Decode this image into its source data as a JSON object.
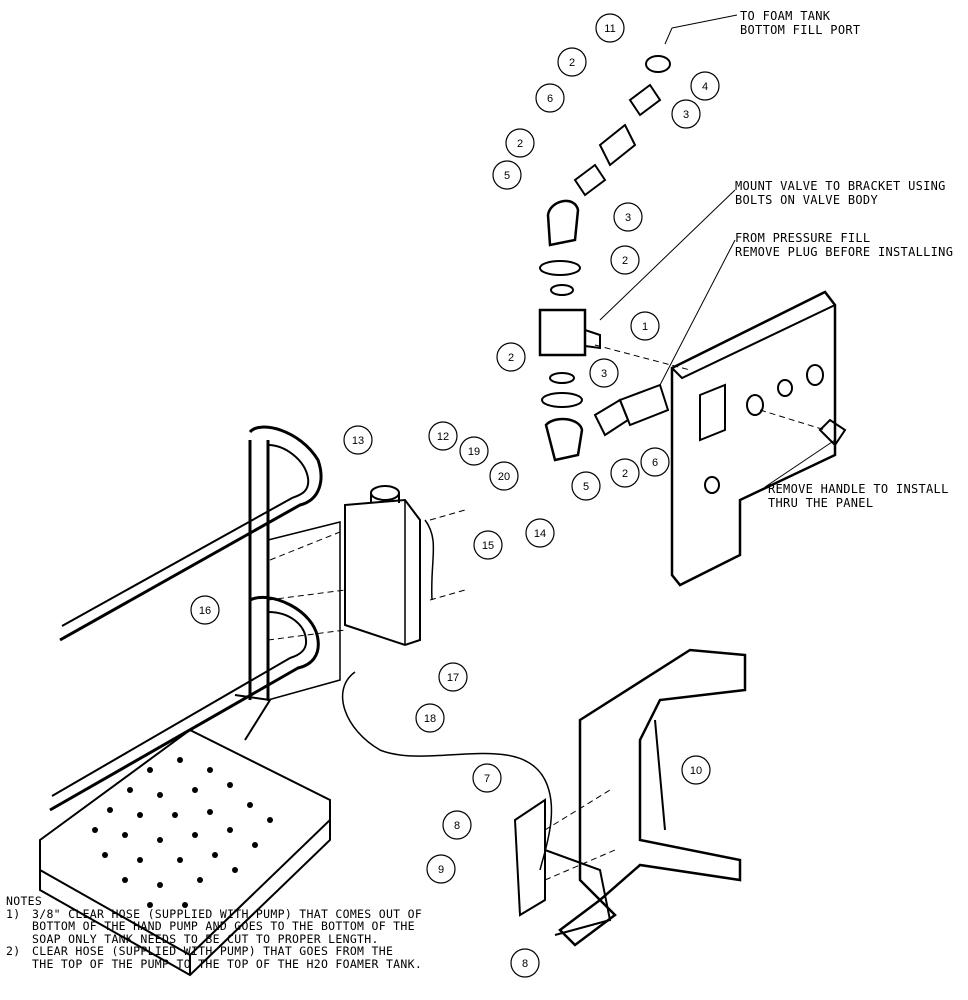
{
  "callouts": {
    "foam_tank_1": "TO FOAM TANK",
    "foam_tank_2": "BOTTOM FILL PORT",
    "mount_valve_1": "MOUNT VALVE TO BRACKET USING",
    "mount_valve_2": "BOLTS ON VALVE BODY",
    "pressure_fill_1": "FROM PRESSURE FILL",
    "pressure_fill_2": "REMOVE PLUG BEFORE INSTALLING",
    "remove_handle_1": "REMOVE HANDLE TO INSTALL",
    "remove_handle_2": "THRU THE PANEL"
  },
  "balloons": [
    "11",
    "2",
    "4",
    "6",
    "3",
    "2",
    "5",
    "3",
    "2",
    "1",
    "2",
    "3",
    "6",
    "2",
    "5",
    "13",
    "12",
    "19",
    "20",
    "14",
    "15",
    "16",
    "17",
    "18",
    "7",
    "10",
    "8",
    "9",
    "8"
  ],
  "notes": {
    "heading": "NOTES",
    "items": [
      {
        "num": "1)",
        "lines": [
          "3/8\" CLEAR HOSE (SUPPLIED WITH PUMP) THAT COMES OUT OF",
          "BOTTOM OF THE HAND PUMP AND GOES TO THE BOTTOM OF THE",
          "SOAP ONLY TANK NEEDS TO BE CUT TO PROPER LENGTH."
        ]
      },
      {
        "num": "2)",
        "lines": [
          "CLEAR HOSE (SUPPLIED WITH PUMP) THAT GOES FROM THE",
          "THE TOP OF THE PUMP TO THE TOP OF THE H2O FOAMER TANK."
        ]
      }
    ]
  }
}
